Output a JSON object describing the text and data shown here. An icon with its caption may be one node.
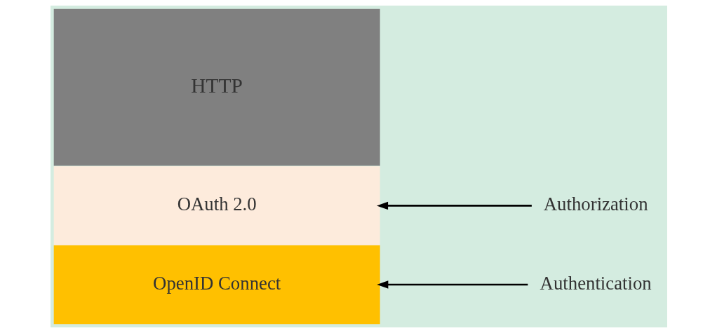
{
  "diagram": {
    "nodes": [
      {
        "text": [
          "OpenID Connect"
        ]
      },
      {
        "text": [
          "OAuth 2.0"
        ]
      },
      {
        "text": [
          "HTTP"
        ]
      },
      {
        "text": [
          "Authentication"
        ]
      },
      {
        "text": [
          "Authorization"
        ]
      }
    ],
    "edges": [
      {
        "from": 3,
        "to": 0,
        "arrow": "to"
      },
      {
        "from": 4,
        "to": 1,
        "arrow": "to"
      }
    ]
  }
}
